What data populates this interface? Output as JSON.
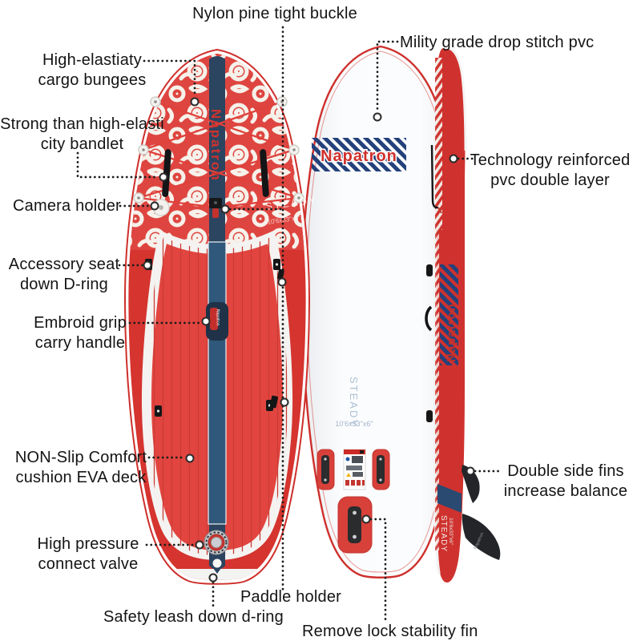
{
  "product": {
    "brand": "Napatron",
    "model": "STEADY",
    "dimensions": "10'6x33\"x6\""
  },
  "callouts": [
    {
      "id": "nylon-buckle",
      "text": "Nylon pine tight buckle"
    },
    {
      "id": "cargo-bungees",
      "text": "High-elastiaty\ncargo bungees"
    },
    {
      "id": "mility-pvc",
      "text": "Mility grade drop stitch pvc"
    },
    {
      "id": "elasticity-bandlet",
      "text": "Strong than high-elasti\ncity bandlet"
    },
    {
      "id": "camera-holder",
      "text": "Camera holder"
    },
    {
      "id": "technology-pvc",
      "text": "Technology reinforced\npvc double layer"
    },
    {
      "id": "accessory-dring",
      "text": "Accessory seat\ndown D-ring"
    },
    {
      "id": "carry-handle",
      "text": "Embroid grip\ncarry handle"
    },
    {
      "id": "eva-deck",
      "text": "NON-Slip Comfort\ncushion EVA deck"
    },
    {
      "id": "pressure-valve",
      "text": "High pressure\nconnect valve"
    },
    {
      "id": "safety-leash",
      "text": "Safety leash down d-ring"
    },
    {
      "id": "paddle-holder",
      "text": "Paddle holder"
    },
    {
      "id": "stability-fin",
      "text": "Remove lock stability fin"
    },
    {
      "id": "double-fins",
      "text": "Double side fins\nincrease balance"
    }
  ],
  "icons": {
    "marker": "callout-dot-icon"
  },
  "colors": {
    "board_red": "#d5342f",
    "pad_red": "#e2453f",
    "stripe_navy": "#2b4460",
    "pad_stripe_blue": "#30587a",
    "logo_navy": "#24417b",
    "brand_red": "#cf2f2b",
    "back_text_blue": "#aec0d4",
    "fin_black": "#232528",
    "label_text": "#141414"
  }
}
